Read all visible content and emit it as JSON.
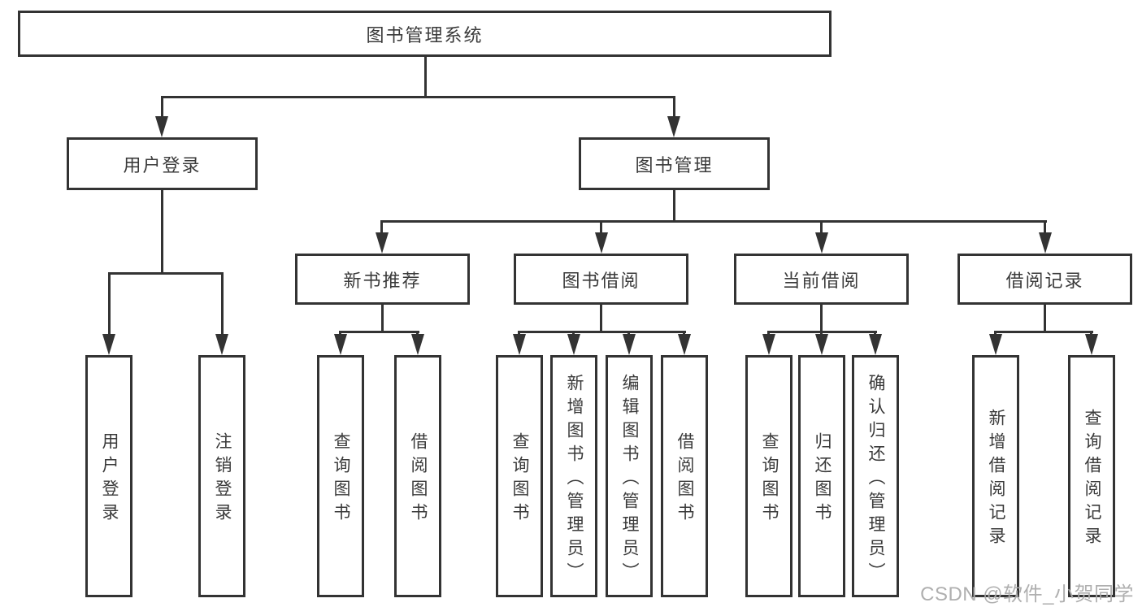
{
  "diagram": {
    "root": {
      "label": "图书管理系统"
    },
    "branches": [
      {
        "label": "用户登录",
        "children": [
          {
            "label": "用户登录"
          },
          {
            "label": "注销登录"
          }
        ]
      },
      {
        "label": "图书管理",
        "children": [
          {
            "label": "新书推荐",
            "children": [
              {
                "label": "查询图书"
              },
              {
                "label": "借阅图书"
              }
            ]
          },
          {
            "label": "图书借阅",
            "children": [
              {
                "label": "查询图书"
              },
              {
                "label": "新增图书（管理员）"
              },
              {
                "label": "编辑图书（管理员）"
              },
              {
                "label": "借阅图书"
              }
            ]
          },
          {
            "label": "当前借阅",
            "children": [
              {
                "label": "查询图书"
              },
              {
                "label": "归还图书"
              },
              {
                "label": "确认归还（管理员）"
              }
            ]
          },
          {
            "label": "借阅记录",
            "children": [
              {
                "label": "新增借阅记录"
              },
              {
                "label": "查询借阅记录"
              }
            ]
          }
        ]
      }
    ]
  },
  "watermark": {
    "text": "CSDN @软件_小贺同学"
  },
  "colors": {
    "line": "#333333",
    "text": "#3a3a3a",
    "box_fill": "#ffffff",
    "watermark": "#ababab",
    "background": "#ffffff"
  }
}
